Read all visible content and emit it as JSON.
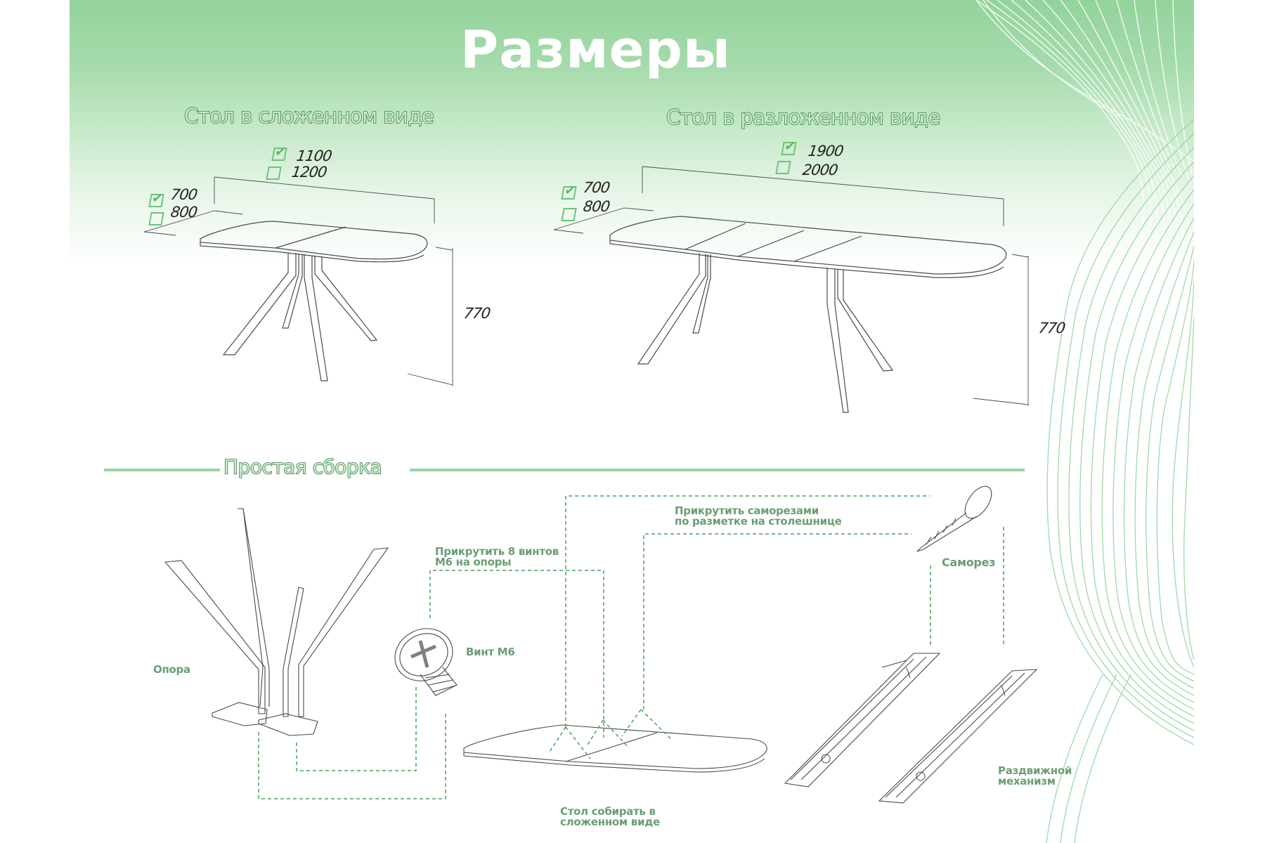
{
  "header": {
    "title": "Размеры"
  },
  "folded_table": {
    "heading": "Стол в сложенном виде",
    "length_options": [
      {
        "value": "1100",
        "checked": true
      },
      {
        "value": "1200",
        "checked": false
      }
    ],
    "width_options": [
      {
        "value": "700",
        "checked": true
      },
      {
        "value": "800",
        "checked": false
      }
    ],
    "height": "770"
  },
  "extended_table": {
    "heading": "Стол в разложенном виде",
    "length_options": [
      {
        "value": "1900",
        "checked": true
      },
      {
        "value": "2000",
        "checked": false
      }
    ],
    "width_options": [
      {
        "value": "700",
        "checked": true
      },
      {
        "value": "800",
        "checked": false
      }
    ],
    "height": "770"
  },
  "assembly": {
    "heading": "Простая сборка",
    "labels": {
      "support": "Опора",
      "screws_instruction_line1": "Прикрутить 8 винтов",
      "screws_instruction_line2": "М6 на опоры",
      "screw_m6": "Винт М6",
      "self_tapping_instruction_line1": "Прикрутить саморезами",
      "self_tapping_instruction_line2": "по разметке на столешнице",
      "self_tapping_screw": "Саморез",
      "tabletop_line1": "Стол собирать в",
      "tabletop_line2": "сложенном виде",
      "mechanism_line1": "Раздвижной",
      "mechanism_line2": "механизм"
    }
  },
  "colors": {
    "header_green": "#93d39c",
    "accent_green": "#6cc47b",
    "label_green": "#6a9e73",
    "outline_green": "#3f7f4b",
    "dashed_green": "#4aa05a",
    "line_art": "#555555"
  }
}
